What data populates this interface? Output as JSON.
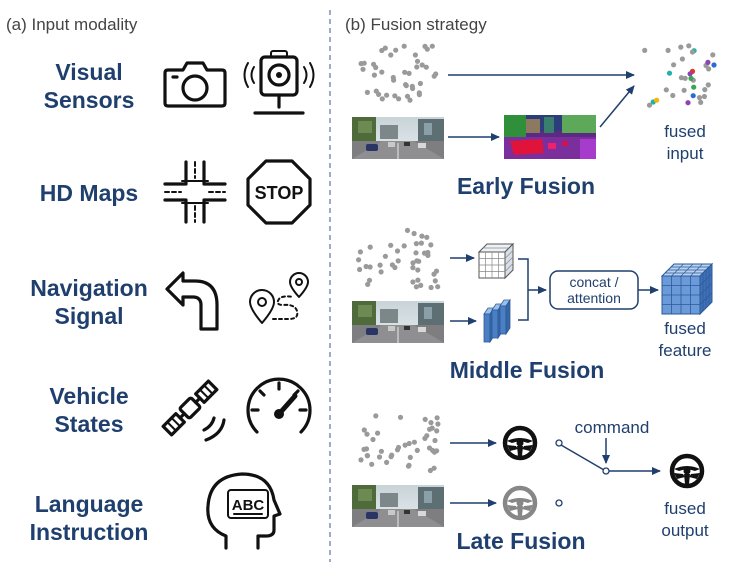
{
  "left_panel": {
    "title": "(a) Input modality",
    "modalities": [
      {
        "line1": "Visual",
        "line2": "Sensors",
        "icons": [
          "camera-icon",
          "security-camera-icon"
        ]
      },
      {
        "line1": "HD Maps",
        "line2": "",
        "icons": [
          "intersection-icon",
          "stop-sign-icon"
        ]
      },
      {
        "line1": "Navigation",
        "line2": "Signal",
        "icons": [
          "turn-left-arrow-icon",
          "route-pin-icon"
        ]
      },
      {
        "line1": "Vehicle",
        "line2": "States",
        "icons": [
          "satellite-icon",
          "speedometer-icon"
        ]
      },
      {
        "line1": "Language",
        "line2": "Instruction",
        "icons": [
          "head-abc-icon"
        ]
      }
    ],
    "stop_sign_text": "STOP",
    "abc_text": "ABC"
  },
  "right_panel": {
    "title": "(b) Fusion strategy",
    "early": {
      "title": "Early Fusion",
      "output_line1": "fused",
      "output_line2": "input"
    },
    "middle": {
      "title": "Middle Fusion",
      "concat_line1": "concat /",
      "concat_line2": "attention",
      "output_line1": "fused",
      "output_line2": "feature"
    },
    "late": {
      "title": "Late Fusion",
      "command_label": "command",
      "output_line1": "fused",
      "output_line2": "output"
    }
  },
  "colors": {
    "heading_blue": "#1f3f6e",
    "point_gray": "#9a9a9a",
    "cube_blue": "#4a7fc4"
  }
}
